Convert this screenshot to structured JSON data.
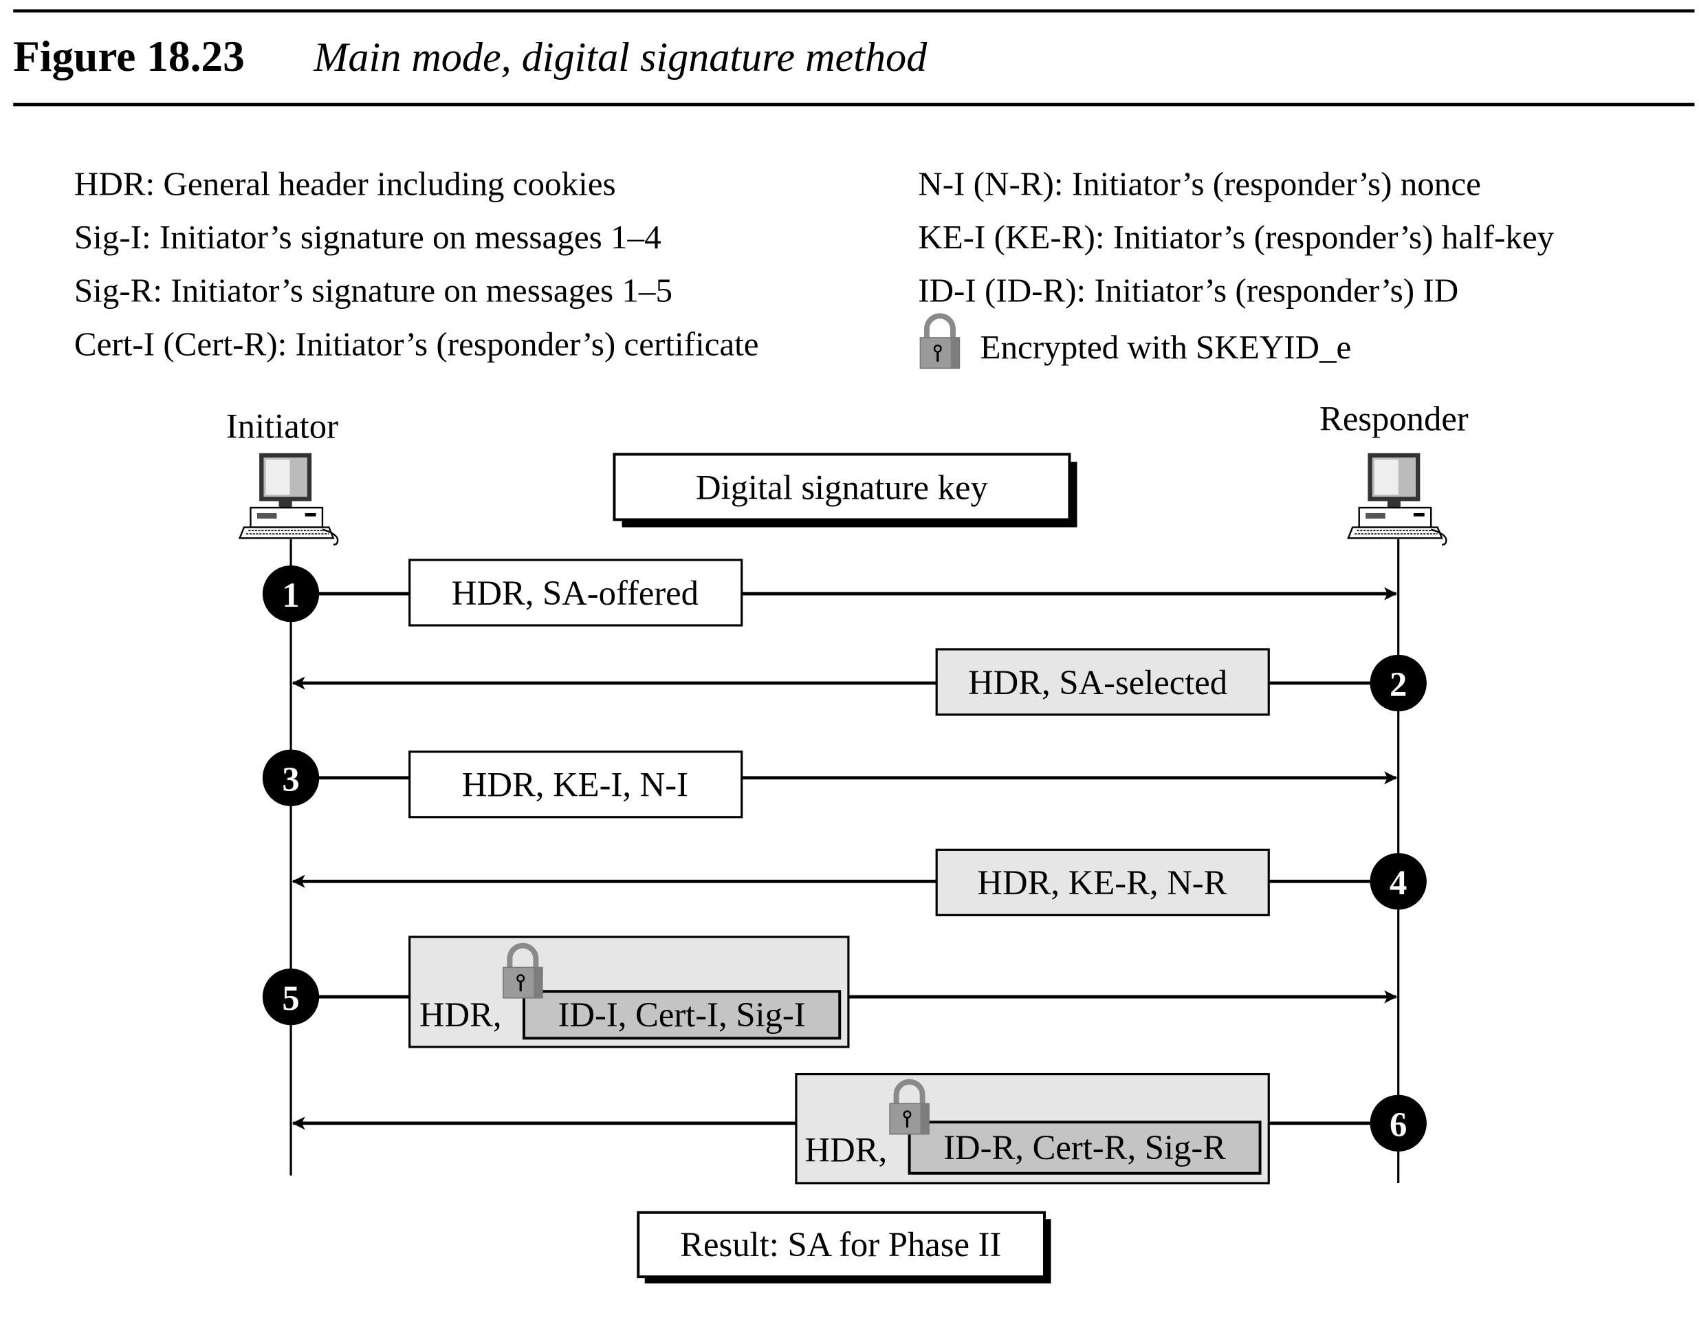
{
  "figure": {
    "number": "Figure 18.23",
    "caption": "Main mode, digital signature method"
  },
  "legend": {
    "left": [
      "HDR: General header including cookies",
      "Sig-I: Initiator’s signature on messages 1–4",
      "Sig-R: Initiator’s signature on messages 1–5",
      "Cert-I (Cert-R): Initiator’s (responder’s) certificate"
    ],
    "right": [
      "N-I (N-R): Initiator’s (responder’s) nonce",
      "KE-I (KE-R): Initiator’s (responder’s) half-key",
      "ID-I (ID-R): Initiator’s (responder’s) ID",
      "Encrypted with SKEYID_e"
    ]
  },
  "parties": {
    "initiator": "Initiator",
    "responder": "Responder"
  },
  "key_box": "Digital signature key",
  "messages": [
    {
      "num": "1",
      "text": "HDR, SA-offered",
      "direction": "right"
    },
    {
      "num": "2",
      "text": "HDR, SA-selected",
      "direction": "left"
    },
    {
      "num": "3",
      "text": "HDR, KE-I, N-I",
      "direction": "right"
    },
    {
      "num": "4",
      "text": "HDR, KE-R, N-R",
      "direction": "left"
    },
    {
      "num": "5",
      "prefix": "HDR,",
      "encrypted": "ID-I, Cert-I, Sig-I",
      "direction": "right"
    },
    {
      "num": "6",
      "prefix": "HDR,",
      "encrypted": "ID-R, Cert-R, Sig-R",
      "direction": "left"
    }
  ],
  "result": "Result: SA for Phase II",
  "colors": {
    "shaded": "#e6e6e6",
    "encrypted": "#c4c4c4",
    "lock": "#9a9a9a"
  }
}
